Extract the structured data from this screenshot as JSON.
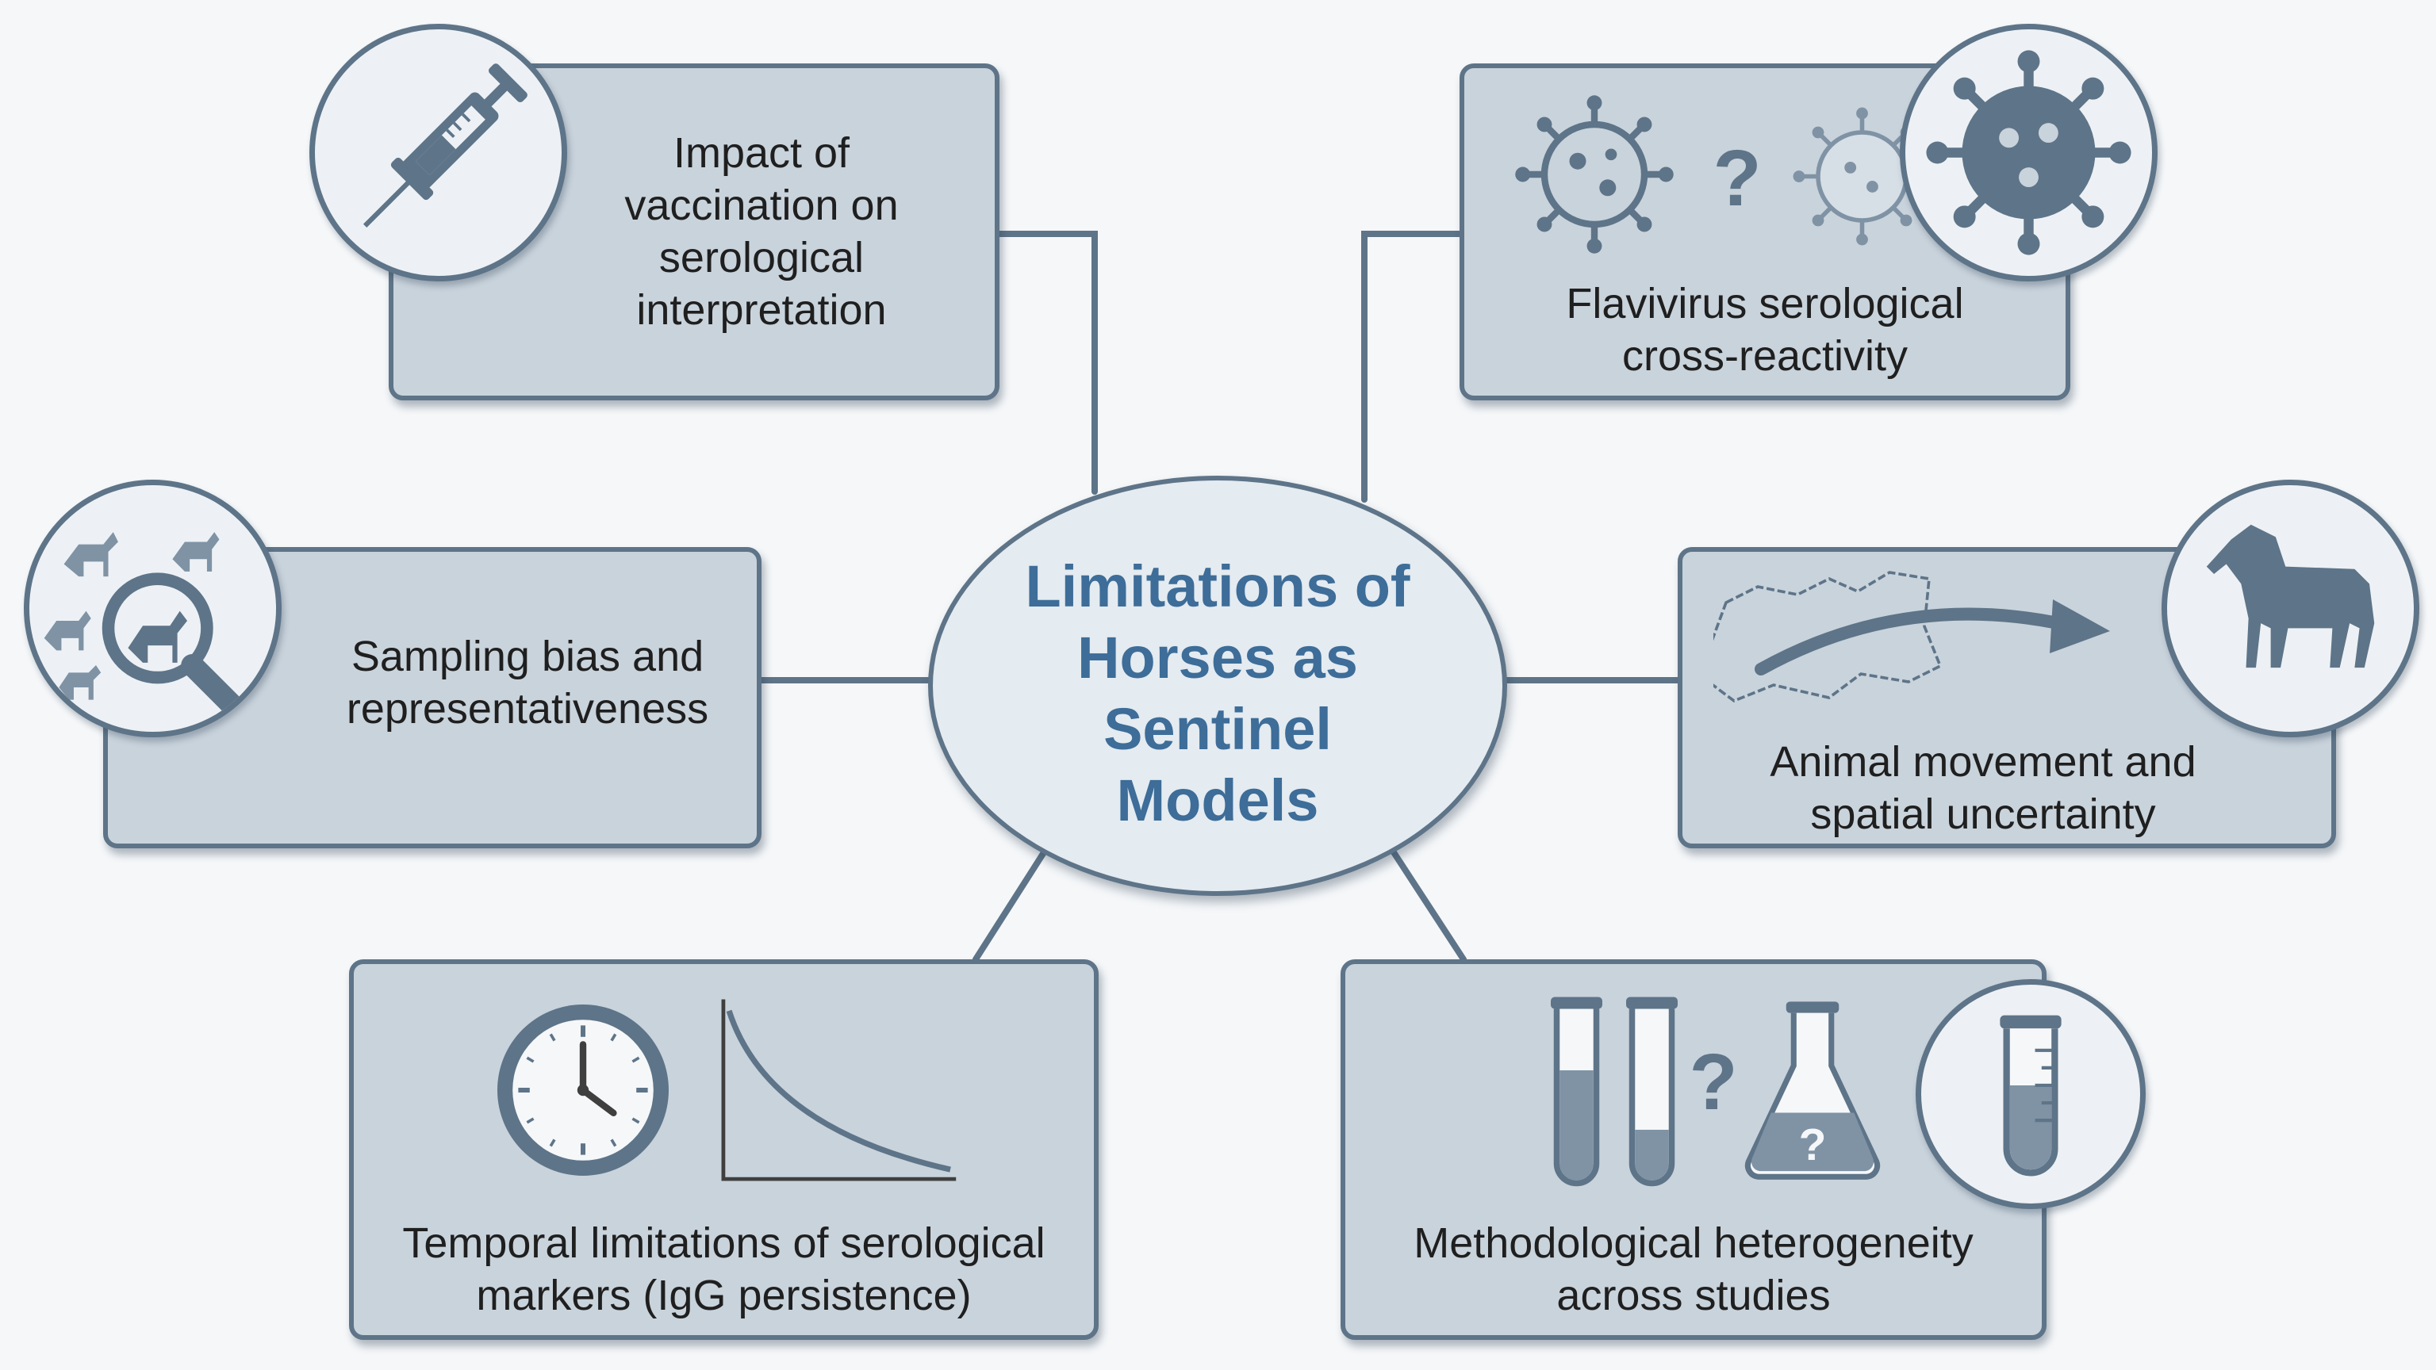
{
  "center": {
    "title": "Limitations of\nHorses as\nSentinel\nModels"
  },
  "boxes": {
    "vaccination": {
      "label": "Impact of\nvaccination on\nserological\ninterpretation",
      "icon": "syringe-icon"
    },
    "flavivirus": {
      "label": "Flavivirus serological\ncross-reactivity",
      "icon": "virus-icon",
      "question_mark": "?"
    },
    "sampling": {
      "label": "Sampling bias and\nrepresentativeness",
      "icon": "magnifier-horses-icon"
    },
    "movement": {
      "label": "Animal movement and\nspatial uncertainty",
      "icon": "horse-icon"
    },
    "temporal": {
      "label": "Temporal limitations of serological\nmarkers (IgG persistence)",
      "icon": "clock-icon"
    },
    "methodological": {
      "label": "Methodological heterogeneity\nacross studies",
      "icon": "test-tube-icon",
      "question_mark": "?"
    }
  },
  "colors": {
    "box_fill": "#c9d3dc",
    "border": "#5e7488",
    "title": "#3d6d98",
    "background": "#f5f7f9"
  }
}
